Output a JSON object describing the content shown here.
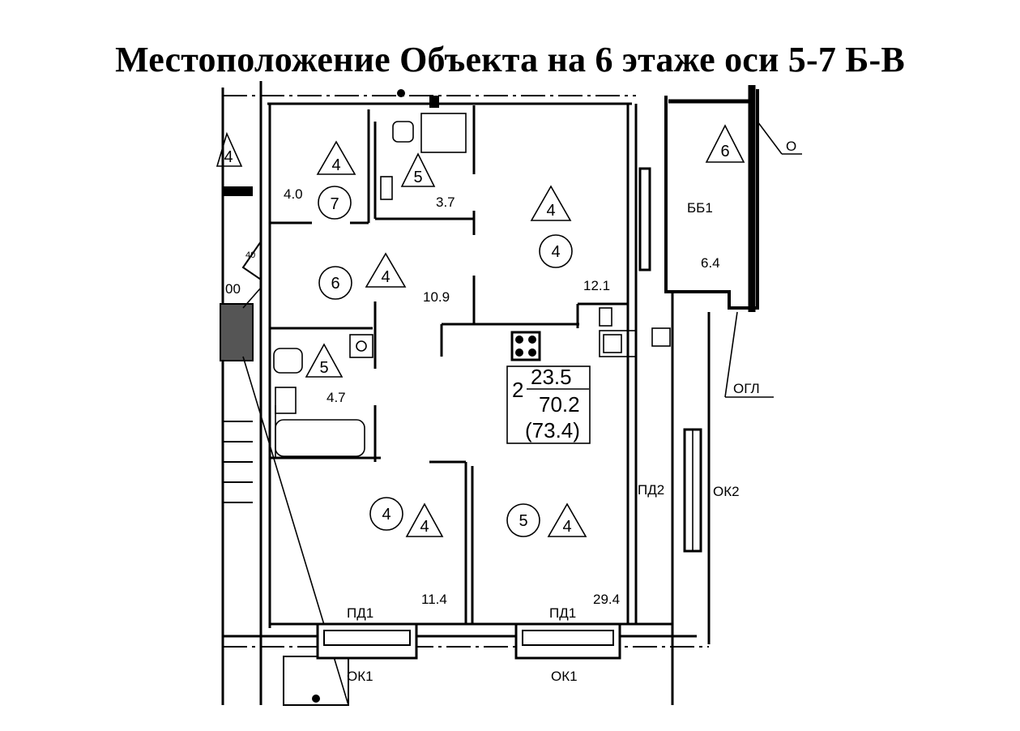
{
  "title": "Местоположение Объекта на 6 этаже оси 5-7 Б-В",
  "summary": {
    "rooms_count": "2",
    "living_area": "23.5",
    "total_area": "70.2",
    "total_area_with_balcony": "(73.4)"
  },
  "rooms": [
    {
      "id": "7",
      "area": "4.0",
      "finish": "4"
    },
    {
      "id": "",
      "area": "3.7",
      "finish": "5"
    },
    {
      "id": "4",
      "area": "12.1",
      "finish": "4"
    },
    {
      "id": "6",
      "area": "10.9",
      "finish": "4"
    },
    {
      "id": "",
      "area": "4.7",
      "finish": "5"
    },
    {
      "id": "4",
      "area": "11.4",
      "finish": "4"
    },
    {
      "id": "5",
      "area": "29.4",
      "finish": "4"
    },
    {
      "id": "",
      "area": "6.4",
      "finish": "6"
    }
  ],
  "labels": {
    "balcony": "ББ1",
    "window_right": "ОК2",
    "window_left": "ОК1",
    "window_mid": "ОК1",
    "sill_left": "ПД1",
    "sill_mid": "ПД1",
    "sill_right": "ПД2",
    "fence": "ОГЛ",
    "leader_o": "О",
    "edge_text": "00",
    "small_label": "40",
    "partial_triangle": "4"
  }
}
